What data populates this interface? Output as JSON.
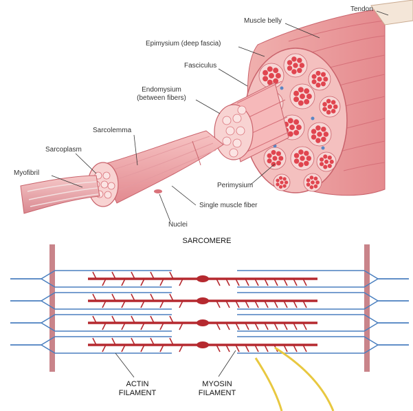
{
  "anatomy": {
    "tendon": "Tendon",
    "muscle_belly": "Muscle belly",
    "epimysium": "Epimysium (deep fascia)",
    "fasciculus": "Fasciculus",
    "endomysium_line1": "Endomysium",
    "endomysium_line2": "(between fibers)",
    "sarcolemma": "Sarcolemma",
    "sarcoplasm": "Sarcoplasm",
    "myofibril": "Myofibril",
    "perimysium": "Perimysium",
    "single_muscle_fiber": "Single muscle fiber",
    "nuclei": "Nuclei"
  },
  "sarcomere": {
    "title": "SARCOMERE",
    "actin_line1": "ACTIN",
    "actin_line2": "FILAMENT",
    "myosin_line1": "MYOSIN",
    "myosin_line2": "FILAMENT"
  },
  "colors": {
    "muscle_fill": "#f2a7a6",
    "muscle_dark": "#d9727a",
    "muscle_light": "#f9d3d2",
    "fiber_spot": "#e0454f",
    "blue_filament": "#4a7fbf",
    "red_filament": "#b5292f",
    "z_line": "#c9848a",
    "yellow": "#e8c840"
  }
}
